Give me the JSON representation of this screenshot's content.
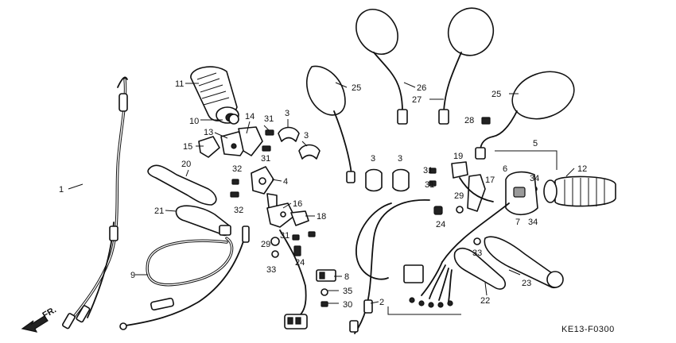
{
  "diagram_code": "KE13-F0300",
  "direction_label": "FR.",
  "callouts": [
    "1",
    "2",
    "3",
    "3",
    "3",
    "3",
    "4",
    "5",
    "6",
    "7",
    "8",
    "9",
    "10",
    "11",
    "12",
    "13",
    "14",
    "15",
    "16",
    "17",
    "18",
    "19",
    "20",
    "21",
    "22",
    "23",
    "24",
    "24",
    "25",
    "25",
    "26",
    "27",
    "28",
    "29",
    "29",
    "30",
    "31",
    "31",
    "31",
    "31",
    "31",
    "32",
    "32",
    "33",
    "33",
    "34",
    "34",
    "35"
  ]
}
